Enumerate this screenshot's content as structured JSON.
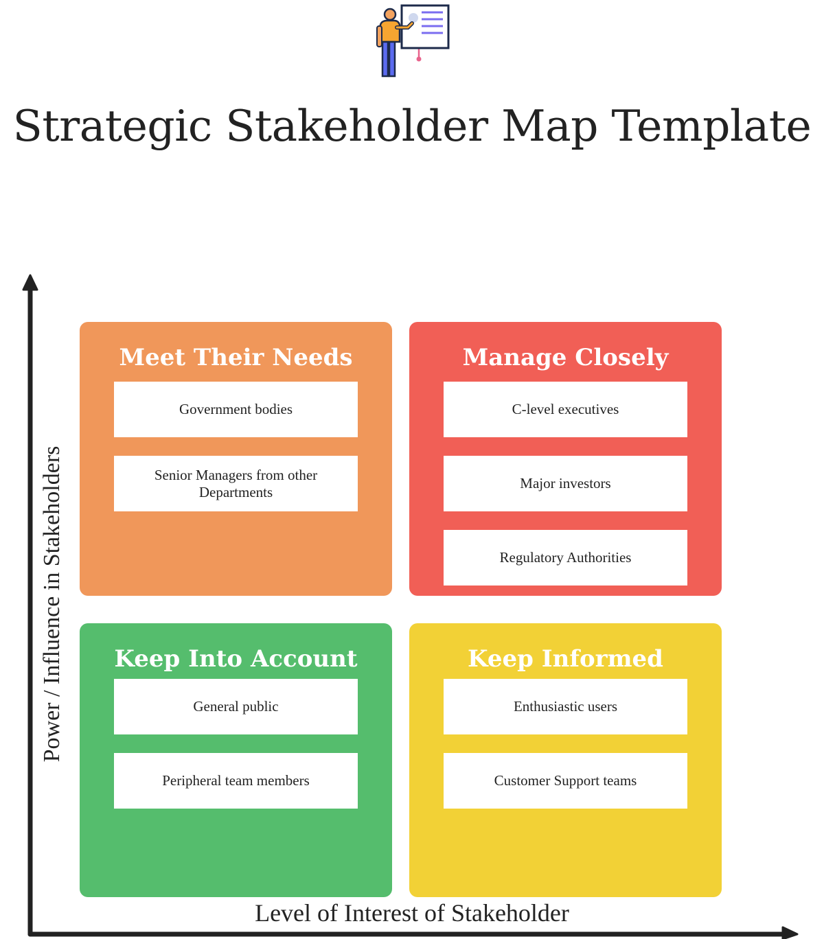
{
  "title": "Strategic Stakeholder Map Template",
  "icon": "presenter-whiteboard-icon",
  "y_axis_label": "Power / Influence in Stakeholders",
  "x_axis_label": "Level of Interest of Stakeholder",
  "colors": {
    "meet": "#f0975a",
    "manage": "#f15f56",
    "account": "#55bd6d",
    "informed": "#f2d136",
    "axis": "#222222"
  },
  "quadrants": {
    "meet": {
      "title": "Meet Their Needs",
      "items": [
        "Government bodies",
        "Senior Managers from other Departments"
      ]
    },
    "manage": {
      "title": "Manage Closely",
      "items": [
        "C-level executives",
        "Major investors",
        "Regulatory Authorities"
      ]
    },
    "account": {
      "title": "Keep Into Account",
      "items": [
        "General public",
        "Peripheral team members"
      ]
    },
    "informed": {
      "title": "Keep Informed",
      "items": [
        "Enthusiastic users",
        "Customer Support teams"
      ]
    }
  }
}
